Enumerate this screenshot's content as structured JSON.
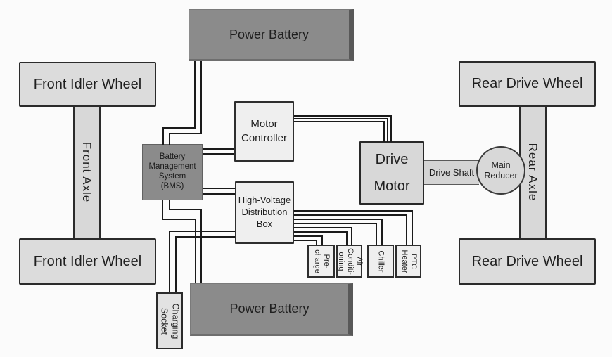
{
  "diagram": {
    "type": "ev-powertrain-architecture",
    "colors": {
      "background": "#fbfbfb",
      "dark_box_fill": "#8b8b8b",
      "light_box_fill": "#efefef",
      "mechanical_fill": "#d8d8d8",
      "wheel_fill": "#dcdcdc",
      "outline": "#2b2b2b",
      "wire": "#1a1a1a"
    },
    "nodes": {
      "power_battery_top": {
        "label": "Power Battery"
      },
      "power_battery_bottom": {
        "label": "Power Battery"
      },
      "front_idler_wheel_top": {
        "label": "Front Idler Wheel"
      },
      "front_idler_wheel_bottom": {
        "label": "Front Idler Wheel"
      },
      "rear_drive_wheel_top": {
        "label": "Rear Drive Wheel"
      },
      "rear_drive_wheel_bottom": {
        "label": "Rear Drive Wheel"
      },
      "front_axle": {
        "label": "Front Axle"
      },
      "rear_axle": {
        "label": "Rear Axle"
      },
      "bms": {
        "label": "Battery\nManagement\nSystem\n(BMS)"
      },
      "motor_controller": {
        "label": "Motor\nController"
      },
      "hv_distribution_box": {
        "label": "High-Voltage\nDistribution\nBox"
      },
      "drive_motor": {
        "label": "Drive\nMotor"
      },
      "drive_shaft": {
        "label": "Drive Shaft"
      },
      "main_reducer": {
        "label": "Main\nReducer"
      },
      "charging_socket": {
        "label": "Charging\nSocket"
      },
      "pre_charge": {
        "label": "Pre-\ncharge"
      },
      "air_conditioning": {
        "label": "Air\nConditi-\noning"
      },
      "chiller": {
        "label": "Chiller"
      },
      "ptc_heater": {
        "label": "PTC\nHeater"
      }
    },
    "connections": [
      {
        "from": "power_battery_top",
        "to": "bms",
        "wires": 2
      },
      {
        "from": "bms",
        "to": "motor_controller",
        "wires": 2
      },
      {
        "from": "bms",
        "to": "hv_distribution_box",
        "wires": 2
      },
      {
        "from": "bms",
        "to": "power_battery_bottom",
        "wires": 2
      },
      {
        "from": "motor_controller",
        "to": "drive_motor",
        "wires": 3
      },
      {
        "from": "hv_distribution_box",
        "to": "charging_socket",
        "wires": 2
      },
      {
        "from": "hv_distribution_box",
        "to": "pre_charge",
        "wires": 2
      },
      {
        "from": "hv_distribution_box",
        "to": "air_conditioning",
        "wires": 2
      },
      {
        "from": "hv_distribution_box",
        "to": "chiller",
        "wires": 2
      },
      {
        "from": "hv_distribution_box",
        "to": "ptc_heater",
        "wires": 2
      },
      {
        "from": "drive_motor",
        "to": "main_reducer",
        "via": "drive_shaft"
      },
      {
        "from": "main_reducer",
        "to": "rear_axle"
      },
      {
        "from": "front_idler_wheel_top",
        "to": "front_idler_wheel_bottom",
        "via": "front_axle"
      },
      {
        "from": "rear_drive_wheel_top",
        "to": "rear_drive_wheel_bottom",
        "via": "rear_axle"
      }
    ]
  }
}
